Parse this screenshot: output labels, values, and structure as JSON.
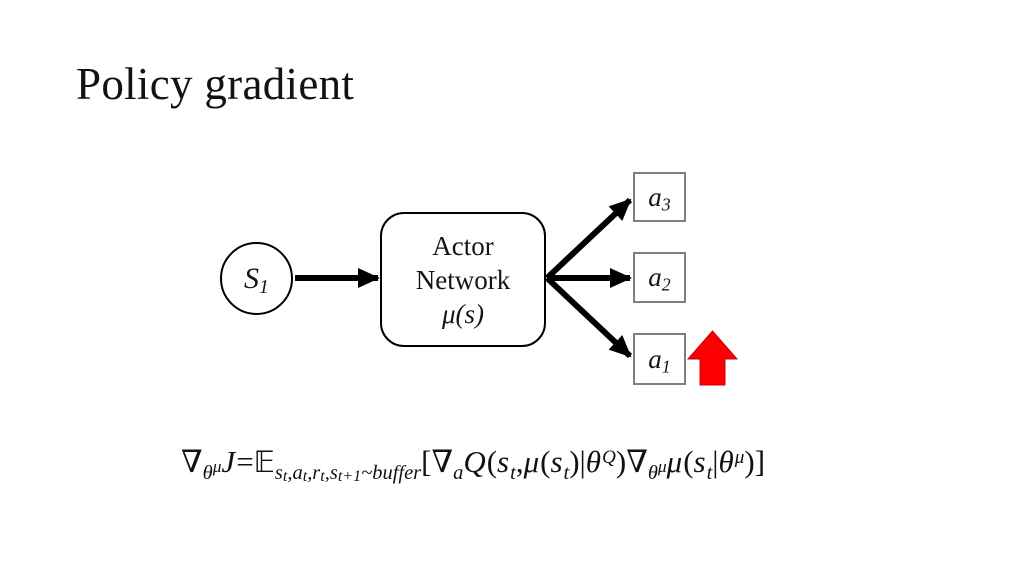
{
  "slide": {
    "title": "Policy gradient"
  },
  "diagram": {
    "state_node": {
      "base": "S",
      "sub": "1"
    },
    "actor_box": {
      "line1": "Actor",
      "line2": "Network",
      "line3": "μ(s)"
    },
    "actions": [
      {
        "base": "a",
        "sub": "3"
      },
      {
        "base": "a",
        "sub": "2"
      },
      {
        "base": "a",
        "sub": "1"
      }
    ],
    "icons": {
      "highlight": "red-up-block-arrow-icon",
      "flow": "black-arrow-connectors"
    },
    "colors": {
      "shape_border": "#000000",
      "action_box_border": "#7f7f7f",
      "arrow": "#000000",
      "highlight_red": "#fb0000",
      "highlight_red_border": "#cc0000",
      "background": "#ffffff",
      "text": "#151515"
    }
  },
  "formula": {
    "plain_text": "∇_θ^μ J = E_{s_t,a_t,r_t,s_{t+1}~buffer}[∇_a Q(s_t, μ(s_t)|θ^Q)∇_θ^μ μ(s_t|θ^μ)]",
    "tokens": [
      {
        "t": "∇",
        "s": "n"
      },
      {
        "t": "θ",
        "s": "sub"
      },
      {
        "t": "μ",
        "s": "ssp"
      },
      {
        "t": "J",
        "s": "i"
      },
      {
        "t": " = ",
        "s": "n"
      },
      {
        "t": "𝔼",
        "s": "bb"
      },
      {
        "t": "s",
        "s": "sub"
      },
      {
        "t": "t",
        "s": "ssb"
      },
      {
        "t": ",",
        "s": "sub"
      },
      {
        "t": "a",
        "s": "sub"
      },
      {
        "t": "t",
        "s": "ssb"
      },
      {
        "t": ",",
        "s": "sub"
      },
      {
        "t": "r",
        "s": "sub"
      },
      {
        "t": "t",
        "s": "ssb"
      },
      {
        "t": ",",
        "s": "sub"
      },
      {
        "t": "s",
        "s": "sub"
      },
      {
        "t": "t+1",
        "s": "ssb"
      },
      {
        "t": "~buffer",
        "s": "sub"
      },
      {
        "t": "[",
        "s": "n"
      },
      {
        "t": "∇",
        "s": "n"
      },
      {
        "t": "a",
        "s": "sub"
      },
      {
        "t": "Q",
        "s": "i"
      },
      {
        "t": "(",
        "s": "n"
      },
      {
        "t": "s",
        "s": "i"
      },
      {
        "t": "t",
        "s": "sub"
      },
      {
        "t": ", ",
        "s": "n"
      },
      {
        "t": "μ",
        "s": "i"
      },
      {
        "t": "(",
        "s": "n"
      },
      {
        "t": "s",
        "s": "i"
      },
      {
        "t": "t",
        "s": "sub"
      },
      {
        "t": ")",
        "s": "n"
      },
      {
        "t": "|",
        "s": "n"
      },
      {
        "t": "θ",
        "s": "i"
      },
      {
        "t": "Q",
        "s": "sup"
      },
      {
        "t": ")",
        "s": "n"
      },
      {
        "t": "∇",
        "s": "n"
      },
      {
        "t": "θ",
        "s": "sub"
      },
      {
        "t": "μ",
        "s": "ssp"
      },
      {
        "t": "μ",
        "s": "i"
      },
      {
        "t": "(",
        "s": "n"
      },
      {
        "t": "s",
        "s": "i"
      },
      {
        "t": "t",
        "s": "sub"
      },
      {
        "t": "|",
        "s": "n"
      },
      {
        "t": "θ",
        "s": "i"
      },
      {
        "t": "μ",
        "s": "sup"
      },
      {
        "t": ")",
        "s": "n"
      },
      {
        "t": "]",
        "s": "n"
      }
    ]
  }
}
